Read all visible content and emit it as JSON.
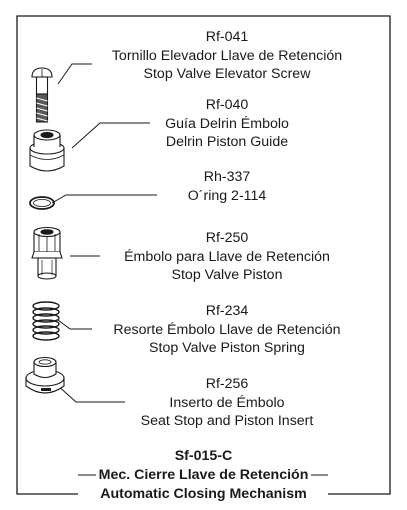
{
  "parts": [
    {
      "code": "Rf-041",
      "name_es": "Tornillo Elevador Llave de Retención",
      "name_en": "Stop Valve Elevator Screw",
      "icon": "elevator-screw-icon"
    },
    {
      "code": "Rf-040",
      "name_es": "Guía Delrin Émbolo",
      "name_en": "Delrin Piston Guide",
      "icon": "piston-guide-icon"
    },
    {
      "code": "Rh-337",
      "name_es": "O´ring 2-114",
      "name_en": "",
      "icon": "o-ring-icon"
    },
    {
      "code": "Rf-250",
      "name_es": "Émbolo para Llave de Retención",
      "name_en": "Stop Valve Piston",
      "icon": "piston-icon"
    },
    {
      "code": "Rf-234",
      "name_es": "Resorte Émbolo Llave de Retención",
      "name_en": "Stop Valve Piston Spring",
      "icon": "spring-icon"
    },
    {
      "code": "Rf-256",
      "name_es": "Inserto de Émbolo",
      "name_en": "Seat Stop and Piston Insert",
      "icon": "piston-insert-icon"
    }
  ],
  "assembly": {
    "code": "Sf-015-C",
    "name_es": "Mec. Cierre Llave de Retención",
    "name_en": "Automatic Closing Mechanism"
  },
  "colors": {
    "line": "#1a1a1a",
    "text": "#1a1a1a",
    "fill": "#ffffff"
  }
}
